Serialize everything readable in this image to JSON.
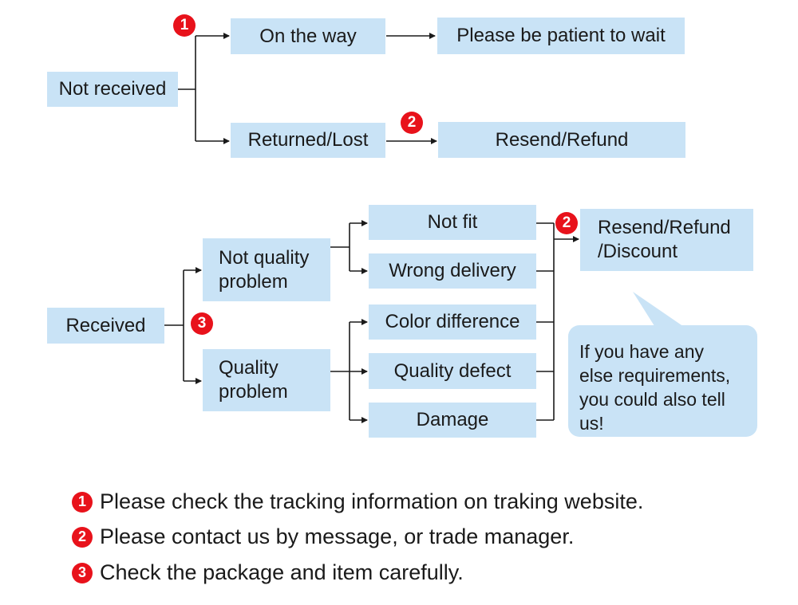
{
  "badges": {
    "one": "1",
    "two": "2",
    "three": "3"
  },
  "not_received": {
    "root": "Not received",
    "on_the_way": "On the way",
    "please_wait": "Please be patient to wait",
    "returned_lost": "Returned/Lost",
    "resend_refund": "Resend/Refund"
  },
  "received": {
    "root": "Received",
    "not_quality_problem": [
      "Not quality",
      "problem"
    ],
    "quality_problem": [
      "Quality",
      "problem"
    ],
    "not_fit": "Not fit",
    "wrong_delivery": "Wrong delivery",
    "color_difference": "Color difference",
    "quality_defect": "Quality defect",
    "damage": "Damage",
    "outcome": [
      "Resend/Refund",
      "/Discount"
    ],
    "bubble": [
      "If you have any",
      "else requirements,",
      "you could also tell",
      "us!"
    ]
  },
  "notes": [
    {
      "badge": "1",
      "text": "Please check the tracking information on traking website."
    },
    {
      "badge": "2",
      "text": "Please contact us by message, or trade manager."
    },
    {
      "badge": "3",
      "text": "Check the package and item carefully."
    }
  ],
  "colors": {
    "box": "#c9e3f6",
    "badge": "#e8121b",
    "line": "#1a1a1a"
  }
}
